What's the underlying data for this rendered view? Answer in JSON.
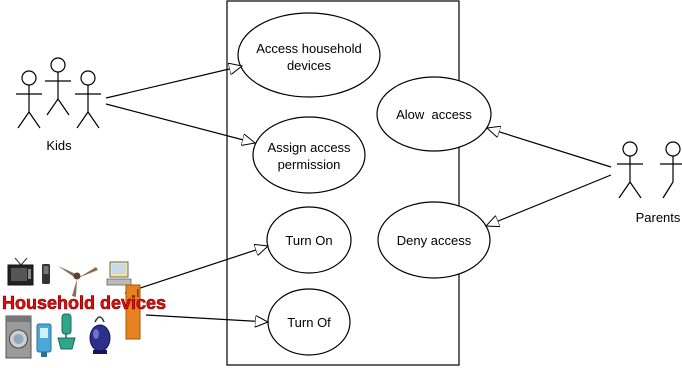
{
  "use_cases": {
    "access_household_devices": [
      "Access household",
      "devices"
    ],
    "assign_access_permission": [
      "Assign access",
      "permission"
    ],
    "allow_access": [
      "Alow  access"
    ],
    "deny_access": [
      "Deny access"
    ],
    "turn_on": [
      "Turn On"
    ],
    "turn_off": [
      "Turn Of"
    ]
  },
  "actors": {
    "kids": "Kids",
    "parents": "Parents",
    "household_devices": "Household devices"
  },
  "colors": {
    "line": "#000000",
    "household_label": "#e01010"
  }
}
